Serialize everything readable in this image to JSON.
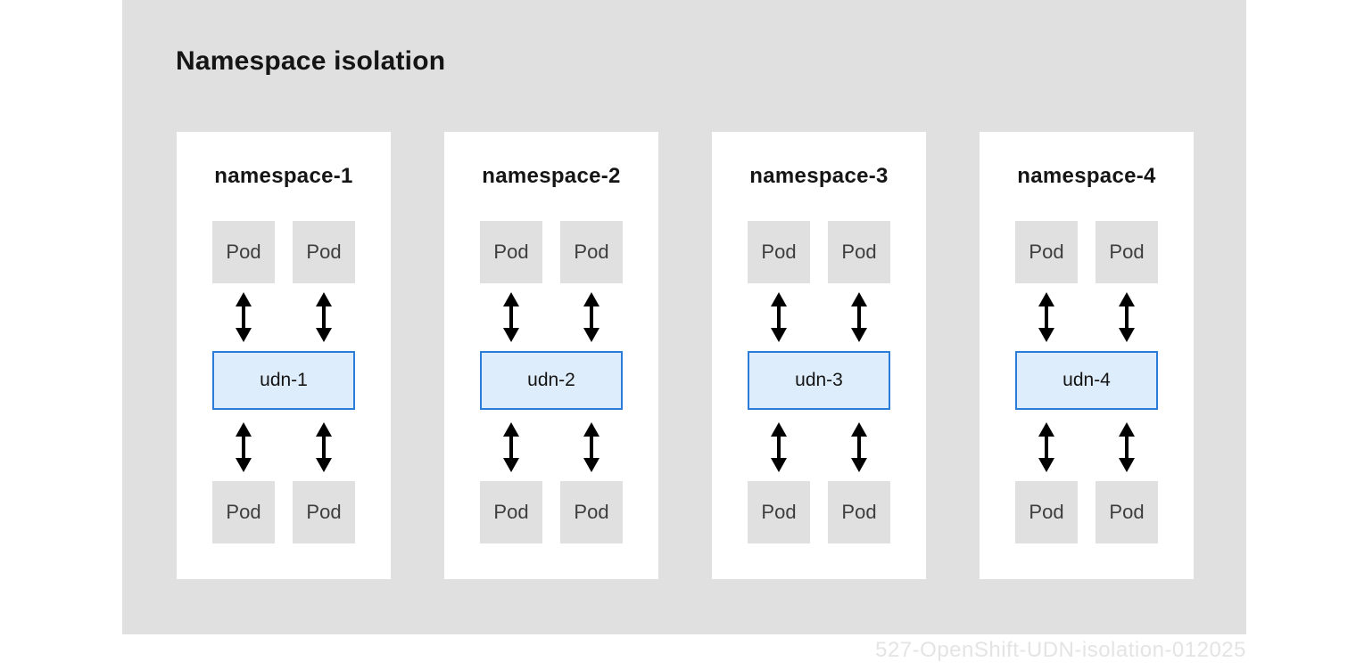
{
  "title": "Namespace isolation",
  "watermark": "527-OpenShift-UDN-isolation-012025",
  "colors": {
    "band_background": "#e0e0e0",
    "panel_background": "#ffffff",
    "pod_fill": "#e0e0e0",
    "pod_text": "#3d3d3d",
    "udn_fill": "#deedfb",
    "udn_border": "#2b7bd9",
    "arrow": "#000000",
    "title_text": "#151515",
    "watermark_text": "#e4e4e4"
  },
  "panels": [
    {
      "title": "namespace-1",
      "udn": "udn-1",
      "pods": [
        "Pod",
        "Pod",
        "Pod",
        "Pod"
      ]
    },
    {
      "title": "namespace-2",
      "udn": "udn-2",
      "pods": [
        "Pod",
        "Pod",
        "Pod",
        "Pod"
      ]
    },
    {
      "title": "namespace-3",
      "udn": "udn-3",
      "pods": [
        "Pod",
        "Pod",
        "Pod",
        "Pod"
      ]
    },
    {
      "title": "namespace-4",
      "udn": "udn-4",
      "pods": [
        "Pod",
        "Pod",
        "Pod",
        "Pod"
      ]
    }
  ]
}
